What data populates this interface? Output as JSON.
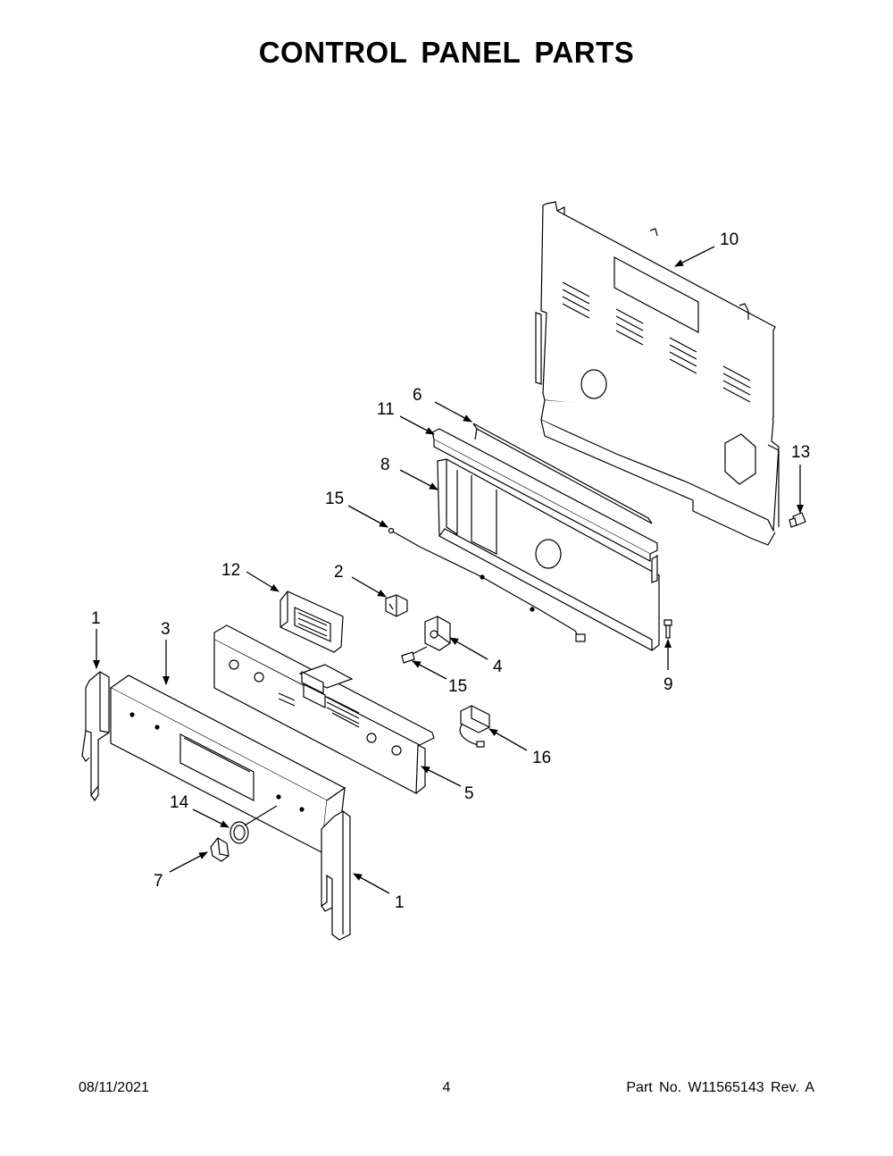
{
  "page": {
    "title": "CONTROL PANEL PARTS"
  },
  "callouts": {
    "c1_left": "1",
    "c1_right": "1",
    "c2": "2",
    "c3": "3",
    "c4": "4",
    "c5": "5",
    "c6": "6",
    "c7": "7",
    "c8": "8",
    "c9": "9",
    "c10": "10",
    "c11": "11",
    "c12": "12",
    "c13": "13",
    "c14": "14",
    "c15_upper": "15",
    "c15_lower": "15",
    "c16": "16"
  },
  "footer": {
    "date": "08/11/2021",
    "page_number": "4",
    "part_number": "Part No.  W11565143  Rev.  A"
  },
  "colors": {
    "line": "#000000",
    "background": "#ffffff",
    "shade": "#e6e6e6"
  }
}
